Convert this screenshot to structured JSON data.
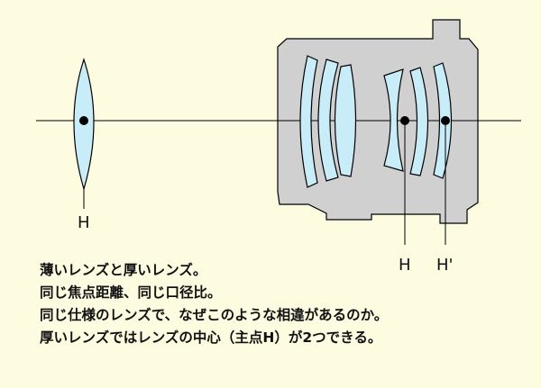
{
  "labels": {
    "thin_principal_point": "H",
    "thick_front_principal_point": "H",
    "thick_rear_principal_point": "H'"
  },
  "caption_lines": [
    "薄いレンズと厚いレンズ。",
    "同じ焦点距離、同じ口径比。",
    "同じ仕様のレンズで、なぜこのような相違があるのか。",
    "厚いレンズではレンズの中心（主点H）が2つできる。"
  ],
  "colors": {
    "background": "#fdfbe0",
    "barrel": "#d0d0d0",
    "lens_glass": "#c8ecf8",
    "outline": "#000000"
  }
}
